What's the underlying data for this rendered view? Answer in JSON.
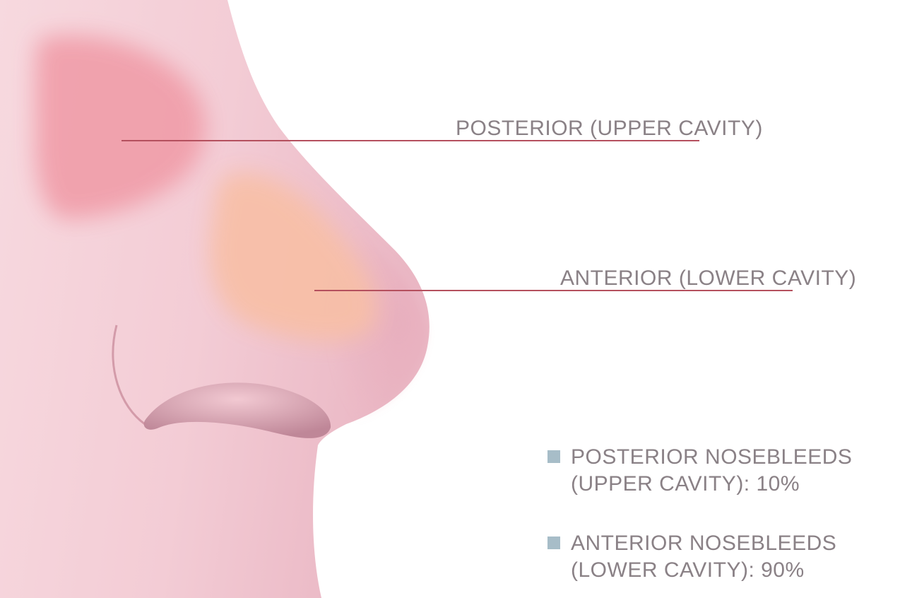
{
  "colors": {
    "skin": "#f4d0d8",
    "posterior_region": "#f09aa6",
    "anterior_region": "#f8bfa6",
    "leader_line": "#b5505e",
    "label_text": "#8a8186",
    "legend_swatch": "#a7bdc8"
  },
  "callouts": {
    "posterior": "POSTERIOR (UPPER CAVITY)",
    "anterior": "ANTERIOR (LOWER CAVITY)"
  },
  "legend": {
    "items": [
      {
        "line1": "POSTERIOR NOSEBLEEDS",
        "line2": "(UPPER CAVITY): 10%"
      },
      {
        "line1": "ANTERIOR NOSEBLEEDS",
        "line2": "(LOWER CAVITY): 90%"
      }
    ]
  }
}
